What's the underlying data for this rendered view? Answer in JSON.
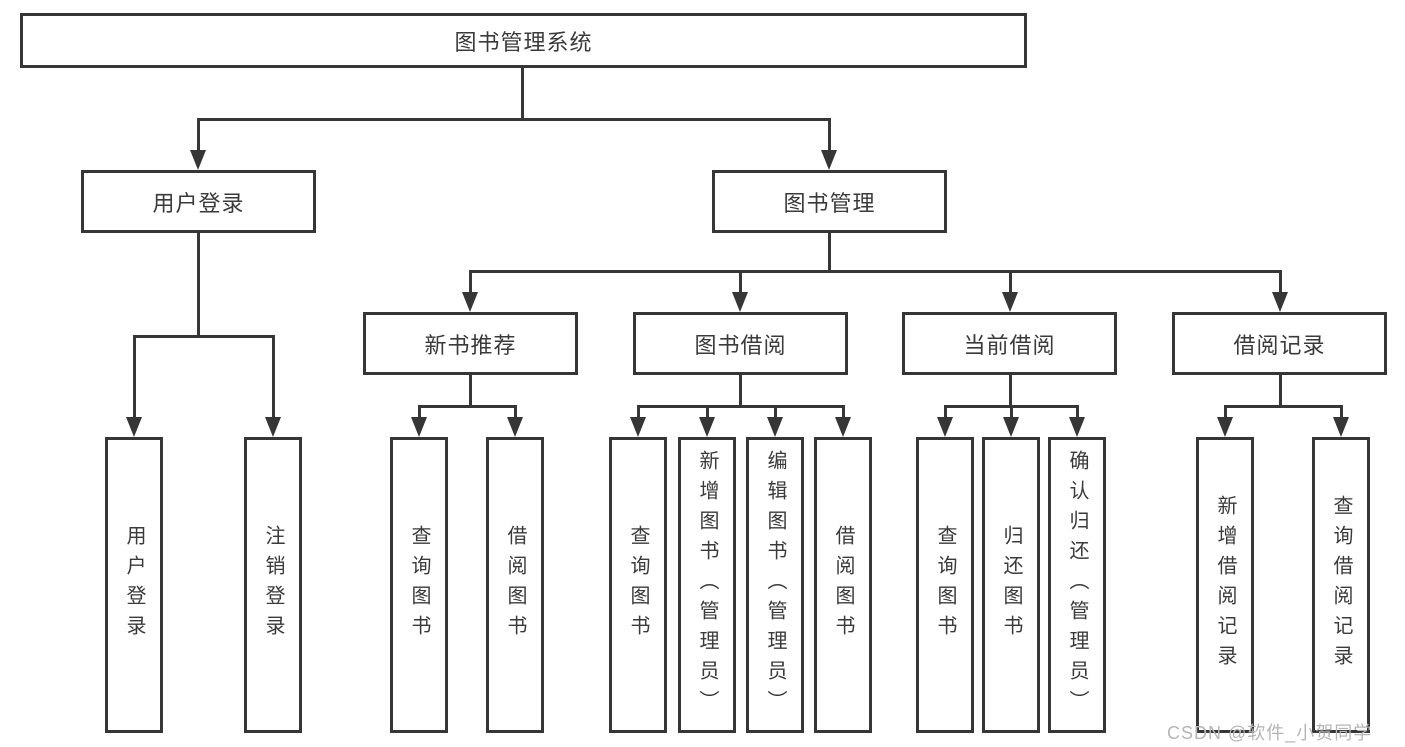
{
  "diagram": {
    "root": {
      "label": "图书管理系统"
    },
    "level2": [
      {
        "label": "用户登录"
      },
      {
        "label": "图书管理"
      }
    ],
    "level3": [
      {
        "label": "新书推荐"
      },
      {
        "label": "图书借阅"
      },
      {
        "label": "当前借阅"
      },
      {
        "label": "借阅记录"
      }
    ],
    "leaves": {
      "login": [
        {
          "label": "用户登录"
        },
        {
          "label": "注销登录"
        }
      ],
      "recommend": [
        {
          "label": "查询图书"
        },
        {
          "label": "借阅图书"
        }
      ],
      "borrow": [
        {
          "label": "查询图书"
        },
        {
          "label": "新增图书（管理员）"
        },
        {
          "label": "编辑图书（管理员）"
        },
        {
          "label": "借阅图书"
        }
      ],
      "current": [
        {
          "label": "查询图书"
        },
        {
          "label": "归还图书"
        },
        {
          "label": "确认归还（管理员）"
        }
      ],
      "records": [
        {
          "label": "新增借阅记录"
        },
        {
          "label": "查询借阅记录"
        }
      ]
    }
  },
  "watermark": {
    "text": "CSDN @软件_小贺同学"
  },
  "colors": {
    "line": "#363636",
    "text": "#3a3a3a",
    "watermark": "#b5b5b5",
    "background": "#ffffff"
  }
}
